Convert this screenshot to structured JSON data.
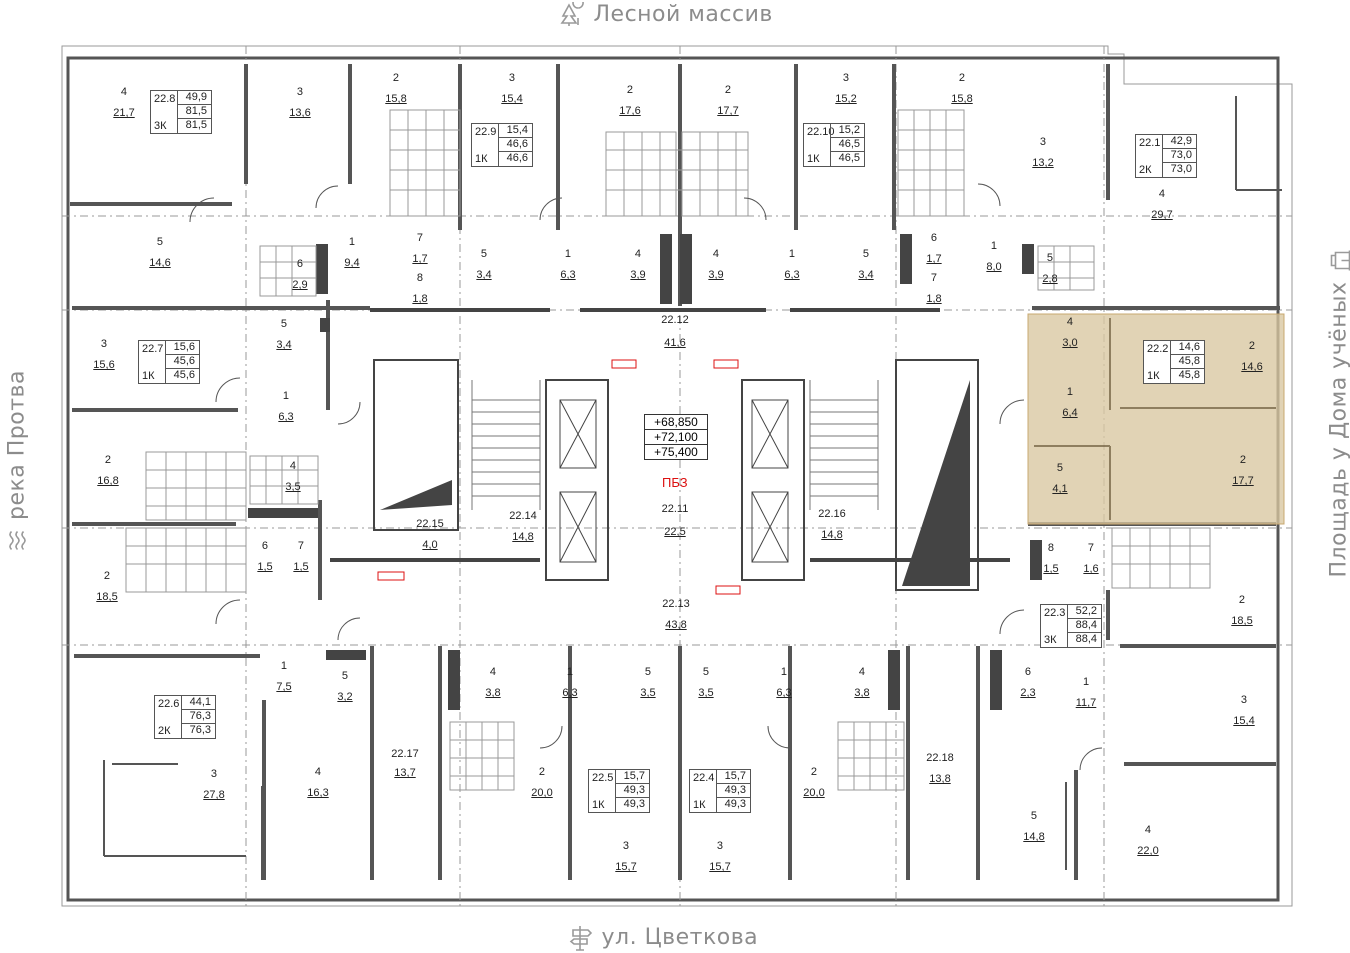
{
  "orientation": {
    "top": "Лесной массив",
    "bottom": "ул. Цветкова",
    "left": "река Протва",
    "right": "Площадь у Дома учёных",
    "icons": {
      "top": "forest-icon",
      "bottom": "street-sign-icon",
      "left": "river-waves-icon",
      "right": "building-icon"
    }
  },
  "highlight_color": "#d9c6a0",
  "core": {
    "elevations": [
      "+68,850",
      "+72,100",
      "+75,400"
    ],
    "pbz": "ПБЗ",
    "rooms": [
      {
        "num": "22.12",
        "area": "41,6"
      },
      {
        "num": "22.11",
        "area": "22,5"
      },
      {
        "num": "22.13",
        "area": "43,8"
      },
      {
        "num": "22.14",
        "area": "14,8"
      },
      {
        "num": "22.16",
        "area": "14,8"
      },
      {
        "num": "22.15",
        "area": "4,0"
      },
      {
        "num": "22.17",
        "area": "13,7"
      },
      {
        "num": "22.18",
        "area": "13,8"
      }
    ]
  },
  "apartments": [
    {
      "id": "22.8",
      "type": "3К",
      "areas": [
        "49,9",
        "81,5",
        "81,5"
      ]
    },
    {
      "id": "22.9",
      "type": "1К",
      "areas": [
        "15,4",
        "46,6",
        "46,6"
      ]
    },
    {
      "id": "22.10",
      "type": "1К",
      "areas": [
        "15,2",
        "46,5",
        "46,5"
      ]
    },
    {
      "id": "22.1",
      "type": "2К",
      "areas": [
        "42,9",
        "73,0",
        "73,0"
      ]
    },
    {
      "id": "22.7",
      "type": "1К",
      "areas": [
        "15,6",
        "45,6",
        "45,6"
      ]
    },
    {
      "id": "22.2",
      "type": "1К",
      "areas": [
        "14,6",
        "45,8",
        "45,8"
      ]
    },
    {
      "id": "22.3",
      "type": "3К",
      "areas": [
        "52,2",
        "88,4",
        "88,4"
      ]
    },
    {
      "id": "22.6",
      "type": "2К",
      "areas": [
        "44,1",
        "76,3",
        "76,3"
      ]
    },
    {
      "id": "22.5",
      "type": "1К",
      "areas": [
        "15,7",
        "49,3",
        "49,3"
      ]
    },
    {
      "id": "22.4",
      "type": "1К",
      "areas": [
        "15,7",
        "49,3",
        "49,3"
      ]
    }
  ],
  "rooms": [
    {
      "n": "4",
      "a": "21,7"
    },
    {
      "n": "3",
      "a": "13,6"
    },
    {
      "n": "2",
      "a": "15,8"
    },
    {
      "n": "3",
      "a": "15,4"
    },
    {
      "n": "2",
      "a": "17,6"
    },
    {
      "n": "2",
      "a": "17,7"
    },
    {
      "n": "3",
      "a": "15,2"
    },
    {
      "n": "2",
      "a": "15,8"
    },
    {
      "n": "3",
      "a": "13,2"
    },
    {
      "n": "4",
      "a": "29,7"
    },
    {
      "n": "5",
      "a": "14,6"
    },
    {
      "n": "6",
      "a": "2,9"
    },
    {
      "n": "1",
      "a": "9,4"
    },
    {
      "n": "7",
      "a": "1,7"
    },
    {
      "n": "8",
      "a": "1,8"
    },
    {
      "n": "5",
      "a": "3,4"
    },
    {
      "n": "1",
      "a": "6,3"
    },
    {
      "n": "4",
      "a": "3,9"
    },
    {
      "n": "4",
      "a": "3,9"
    },
    {
      "n": "1",
      "a": "6,3"
    },
    {
      "n": "5",
      "a": "3,4"
    },
    {
      "n": "6",
      "a": "1,7"
    },
    {
      "n": "7",
      "a": "1,8"
    },
    {
      "n": "1",
      "a": "8,0"
    },
    {
      "n": "5",
      "a": "2,8"
    },
    {
      "n": "3",
      "a": "15,6"
    },
    {
      "n": "5",
      "a": "3,4"
    },
    {
      "n": "1",
      "a": "6,3"
    },
    {
      "n": "2",
      "a": "16,8"
    },
    {
      "n": "4",
      "a": "3,5"
    },
    {
      "n": "6",
      "a": "1,5"
    },
    {
      "n": "7",
      "a": "1,5"
    },
    {
      "n": "2",
      "a": "18,5"
    },
    {
      "n": "4",
      "a": "3,0"
    },
    {
      "n": "2",
      "a": "14,6"
    },
    {
      "n": "1",
      "a": "6,4"
    },
    {
      "n": "5",
      "a": "4,1"
    },
    {
      "n": "2",
      "a": "17,7"
    },
    {
      "n": "8",
      "a": "1,5"
    },
    {
      "n": "7",
      "a": "1,6"
    },
    {
      "n": "2",
      "a": "18,5"
    },
    {
      "n": "1",
      "a": "7,5"
    },
    {
      "n": "5",
      "a": "3,2"
    },
    {
      "n": "3",
      "a": "27,8"
    },
    {
      "n": "4",
      "a": "16,3"
    },
    {
      "n": "4",
      "a": "3,8"
    },
    {
      "n": "1",
      "a": "6,3"
    },
    {
      "n": "5",
      "a": "3,5"
    },
    {
      "n": "5",
      "a": "3,5"
    },
    {
      "n": "1",
      "a": "6,3"
    },
    {
      "n": "4",
      "a": "3,8"
    },
    {
      "n": "2",
      "a": "20,0"
    },
    {
      "n": "2",
      "a": "20,0"
    },
    {
      "n": "3",
      "a": "15,7"
    },
    {
      "n": "3",
      "a": "15,7"
    },
    {
      "n": "6",
      "a": "2,3"
    },
    {
      "n": "1",
      "a": "11,7"
    },
    {
      "n": "3",
      "a": "15,4"
    },
    {
      "n": "5",
      "a": "14,8"
    },
    {
      "n": "4",
      "a": "22,0"
    }
  ]
}
